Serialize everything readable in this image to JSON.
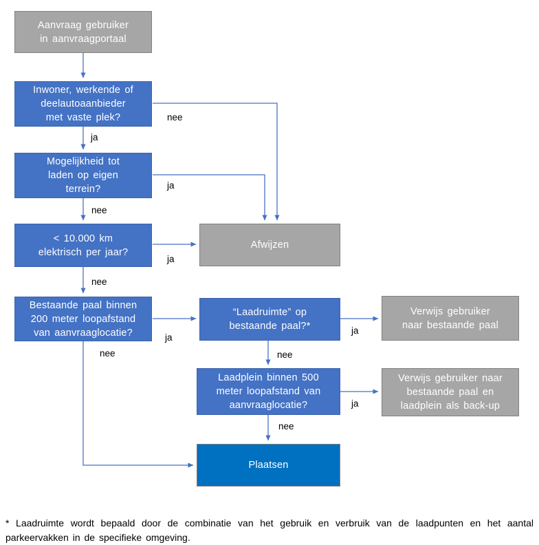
{
  "diagram": {
    "title_text": "",
    "colors": {
      "decision_blue": "#4472C4",
      "terminal_gray": "#A6A6A6",
      "accept_blue": "#0070C0",
      "connector_blue": "#4472C4",
      "label_black": "#000000",
      "node_text": "#FFFFFF",
      "background": "#FFFFFF"
    },
    "nodes": [
      {
        "id": "aanvraag",
        "type": "terminal",
        "shape": "rect",
        "fill": "gray",
        "label": "Aanvraag  gebruiker\nin aanvraagportaal"
      },
      {
        "id": "inwoner",
        "type": "decision",
        "shape": "rect",
        "fill": "blue",
        "label": "Inwoner, werkende  of\ndeelautoaanbieder\nmet vaste  plek?"
      },
      {
        "id": "eigenterrein",
        "type": "decision",
        "shape": "rect",
        "fill": "blue",
        "label": "Mogelijkheid  tot\nladen  op eigen\nterrein?"
      },
      {
        "id": "km",
        "type": "decision",
        "shape": "rect",
        "fill": "blue",
        "label": "< 10.000  km\nelektrisch  per jaar?"
      },
      {
        "id": "bestaandepaal",
        "type": "decision",
        "shape": "rect",
        "fill": "blue",
        "label": "Bestaande  paal binnen\n200 meter loopafstand\nvan  aanvraaglocatie?"
      },
      {
        "id": "laadruimte",
        "type": "decision",
        "shape": "rect",
        "fill": "blue",
        "label": "“Laadruimte”  op\nbestaande  paal?*"
      },
      {
        "id": "laadplein",
        "type": "decision",
        "shape": "rect",
        "fill": "blue",
        "label": "Laadplein  binnen 500\nmeter  loopafstand  van\naanvraaglocatie?"
      },
      {
        "id": "afwijzen",
        "type": "terminal",
        "shape": "rect",
        "fill": "gray",
        "label": "Afwijzen"
      },
      {
        "id": "verwijspaal",
        "type": "terminal",
        "shape": "rect",
        "fill": "gray",
        "label": "Verwijs  gebruiker\nnaar bestaande  paal"
      },
      {
        "id": "verwijsbackup",
        "type": "terminal",
        "shape": "rect",
        "fill": "gray",
        "label": "Verwijs  gebruiker naar\nbestaande  paal en\nlaadplein  als back-up"
      },
      {
        "id": "plaatsen",
        "type": "terminal",
        "shape": "rect",
        "fill": "brightblue",
        "label": "Plaatsen"
      }
    ],
    "edges": [
      {
        "from": "aanvraag",
        "to": "inwoner",
        "label": ""
      },
      {
        "from": "inwoner",
        "to": "eigenterrein",
        "label": "ja"
      },
      {
        "from": "inwoner",
        "to": "afwijzen",
        "label": "nee"
      },
      {
        "from": "eigenterrein",
        "to": "afwijzen",
        "label": "ja"
      },
      {
        "from": "eigenterrein",
        "to": "km",
        "label": "nee"
      },
      {
        "from": "km",
        "to": "afwijzen",
        "label": "ja"
      },
      {
        "from": "km",
        "to": "bestaandepaal",
        "label": "nee"
      },
      {
        "from": "bestaandepaal",
        "to": "laadruimte",
        "label": "ja"
      },
      {
        "from": "bestaandepaal",
        "to": "plaatsen",
        "label": "nee"
      },
      {
        "from": "laadruimte",
        "to": "verwijspaal",
        "label": "ja"
      },
      {
        "from": "laadruimte",
        "to": "laadplein",
        "label": "nee"
      },
      {
        "from": "laadplein",
        "to": "verwijsbackup",
        "label": "ja"
      },
      {
        "from": "laadplein",
        "to": "plaatsen",
        "label": "nee"
      }
    ],
    "edge_labels": [
      {
        "id": "lbl-inwoner-nee",
        "text": "nee"
      },
      {
        "id": "lbl-inwoner-ja",
        "text": "ja"
      },
      {
        "id": "lbl-eigenterrein-ja",
        "text": "ja"
      },
      {
        "id": "lbl-eigenterrein-nee",
        "text": "nee"
      },
      {
        "id": "lbl-km-ja",
        "text": "ja"
      },
      {
        "id": "lbl-km-nee",
        "text": "nee"
      },
      {
        "id": "lbl-bestaandepaal-ja",
        "text": "ja"
      },
      {
        "id": "lbl-bestaandepaal-nee",
        "text": "nee"
      },
      {
        "id": "lbl-laadruimte-ja",
        "text": "ja"
      },
      {
        "id": "lbl-laadruimte-nee",
        "text": "nee"
      },
      {
        "id": "lbl-laadplein-ja",
        "text": "ja"
      },
      {
        "id": "lbl-laadplein-nee",
        "text": "nee"
      }
    ],
    "footnote": "* Laadruimte  wordt bepaald  door de combinatie  van  het gebruik  en verbruik  van  de laadpunten  en het aantal  parkeervakken  in de specifieke omgeving."
  }
}
